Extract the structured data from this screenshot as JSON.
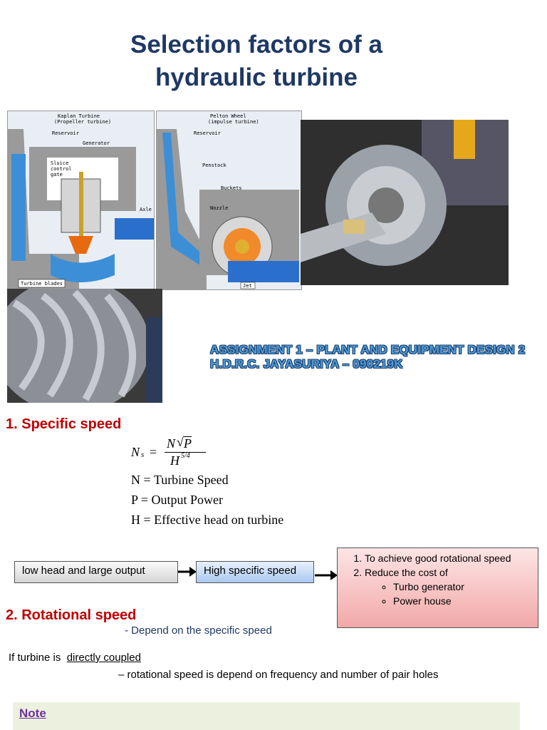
{
  "title": {
    "line1": "Selection factors of a",
    "line2": "hydraulic turbine"
  },
  "diagram_kaplan": {
    "heading1": "Kaplan Turbine",
    "heading2": "(Propeller turbine)",
    "reservoir": "Reservoir",
    "generator": "Generator",
    "sluice1": "Sluice",
    "sluice2": "control",
    "sluice3": "gate",
    "axle": "Axle",
    "blades": "Turbine blades"
  },
  "diagram_pelton": {
    "heading1": "Pelton Wheel",
    "heading2": "(impulse turbine)",
    "reservoir": "Reservoir",
    "penstock": "Penstock",
    "buckets": "Buckets",
    "nozzle": "Nozzle",
    "jet": "Jet"
  },
  "assignment": {
    "line1": "Assignment 1 – Plant and Equipment Design 2",
    "line2": "H.D.R.C. Jayasuriya – 090219K"
  },
  "section1": {
    "heading": "1.  Specific speed",
    "formula_lhs": "N",
    "formula_sub": "s",
    "formula_eq": "=",
    "formula_num_n": "N",
    "formula_num_p": "P",
    "formula_den_h": "H",
    "formula_den_exp": "5/4",
    "def_n": "N = Turbine Speed",
    "def_p": "P = Output Power",
    "def_h": "H = Effective head on turbine"
  },
  "flow": {
    "box1": "low head and large output",
    "box2": "High specific speed",
    "item1": "To achieve good rotational speed",
    "item2": "Reduce the cost of",
    "sub1": "Turbo generator",
    "sub2": "Power house"
  },
  "section2": {
    "heading": "2.  Rotational speed",
    "depend": "-  Depend on the specific speed",
    "if_prefix": "If turbine is  ",
    "if_link": "directly coupled",
    "rotational": "– rotational speed is depend on frequency and number of pair holes"
  },
  "note": {
    "label": "Note"
  }
}
